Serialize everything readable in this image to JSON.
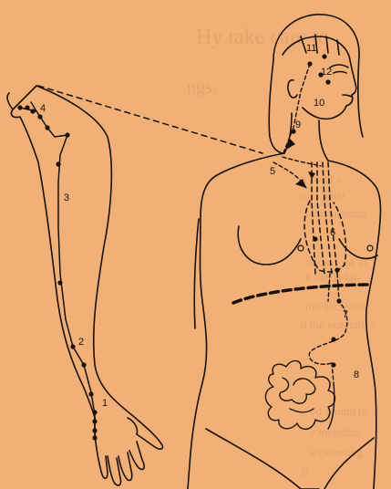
{
  "figure": {
    "background_color": "#f2b079",
    "ink_color": "#1a1208",
    "point_labels": [
      "1",
      "2",
      "3",
      "4",
      "5",
      "6",
      "7",
      "8",
      "9",
      "10",
      "11",
      "12"
    ]
  },
  "background_text": {
    "color": "#d99a63",
    "lines": [
      "Hy take care to",
      "ngs.",
      "a point a",
      "to a point",
      "nd is passing",
      "ow to look at",
      "n the Ti-tao",
      "the decrease",
      "d the vegetative",
      "od-bound th",
      "e meridian",
      "e cleansing",
      "fi"
    ]
  }
}
